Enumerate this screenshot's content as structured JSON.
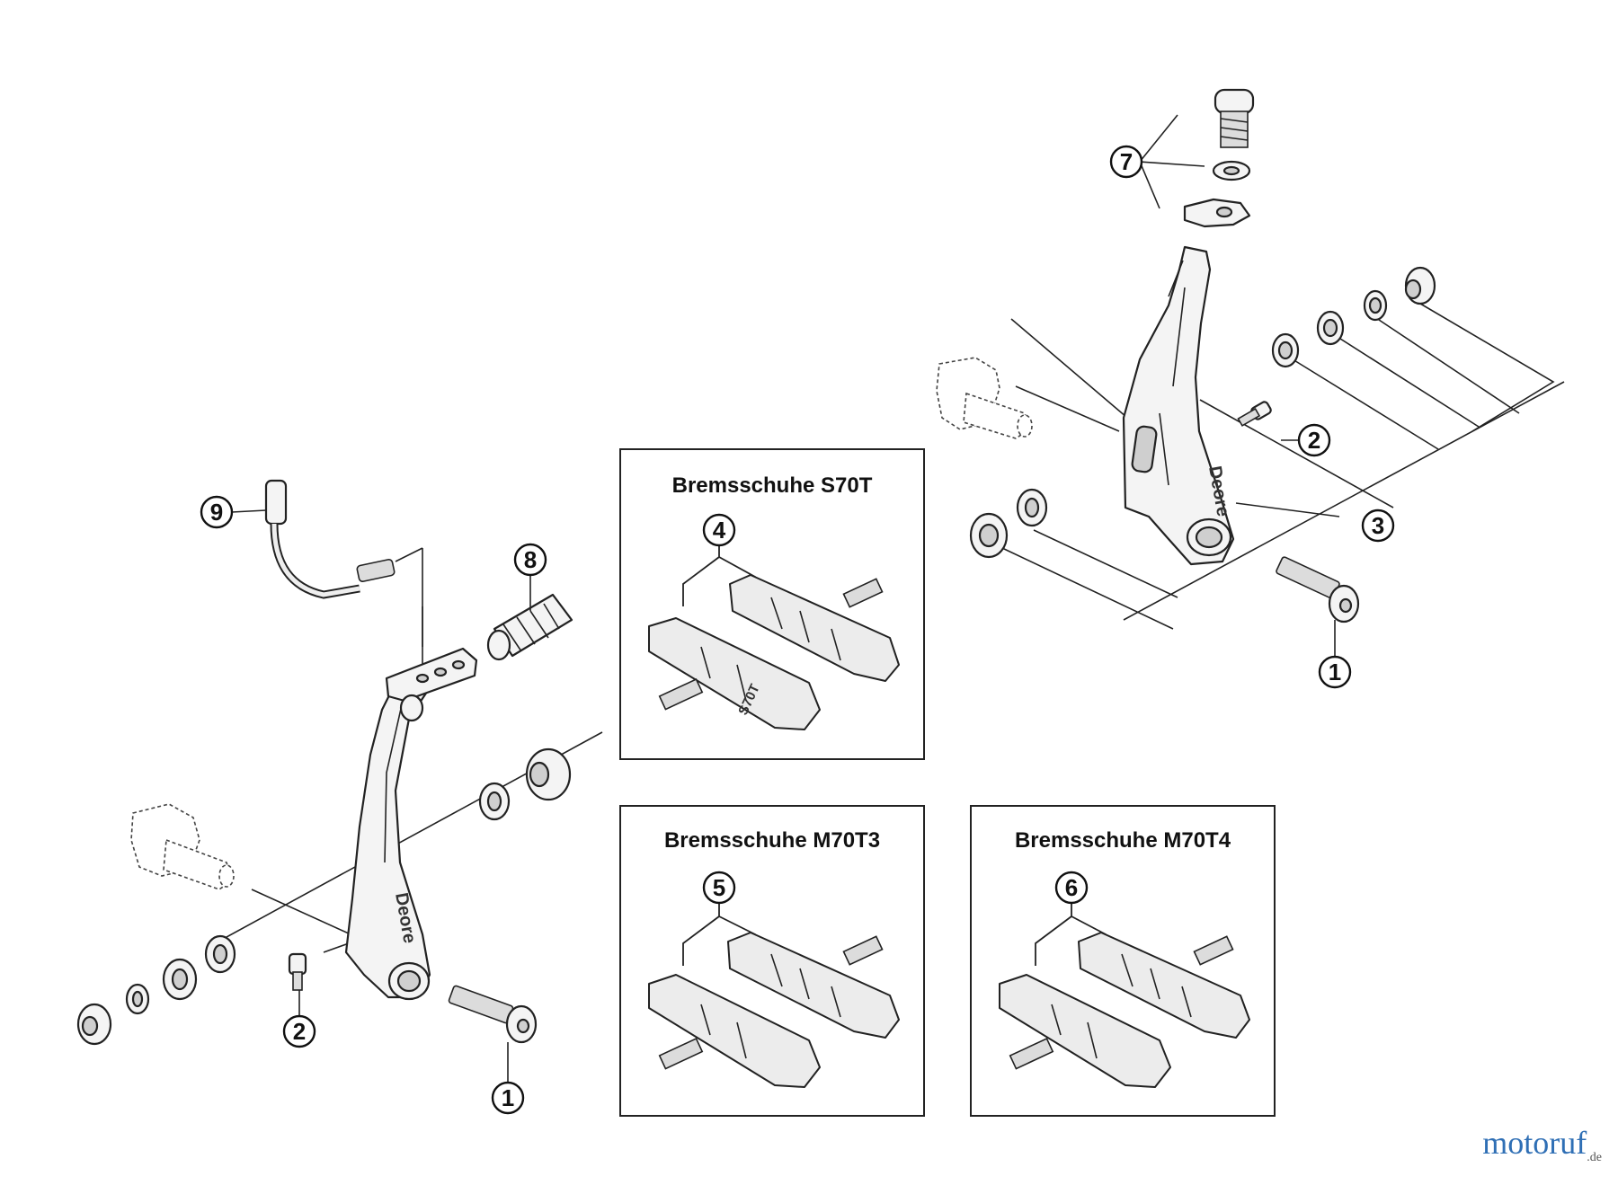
{
  "callouts": {
    "c1a": "1",
    "c1b": "1",
    "c2a": "2",
    "c2b": "2",
    "c3": "3",
    "c4": "4",
    "c5": "5",
    "c6": "6",
    "c7": "7",
    "c8": "8",
    "c9": "9"
  },
  "boxes": {
    "s70t": "Bremsschuhe S70T",
    "m70t3": "Bremsschuhe M70T3",
    "m70t4": "Bremsschuhe M70T4"
  },
  "arm_label": "Deore",
  "pad_label": "S70T",
  "logo": {
    "main": "motoruf",
    "suffix": ".de"
  }
}
